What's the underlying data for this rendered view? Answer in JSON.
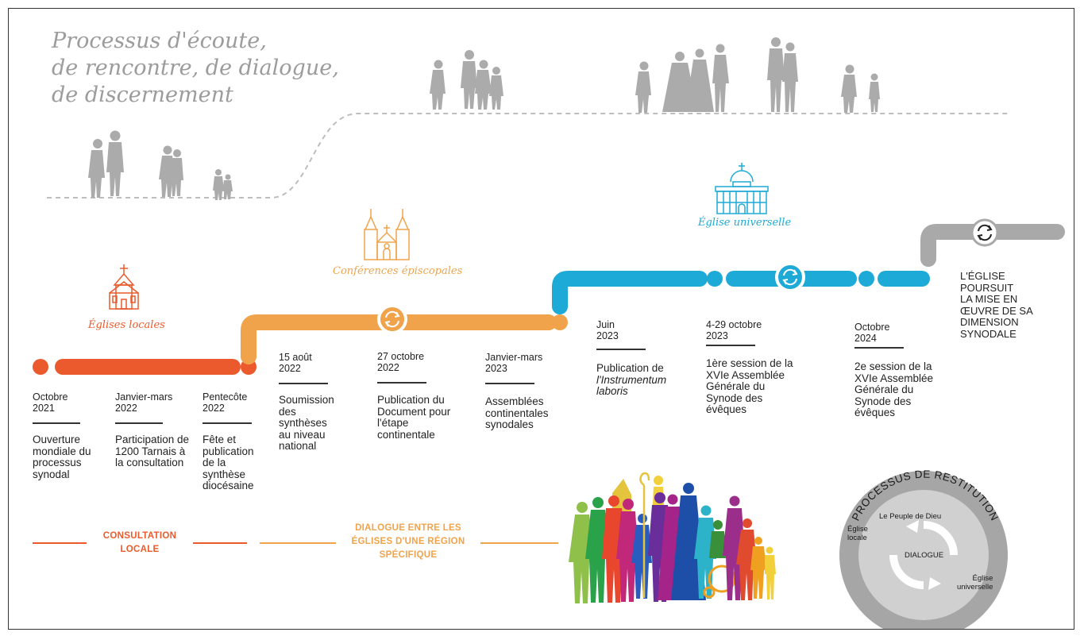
{
  "title": {
    "line1": "Processus d'écoute,",
    "line2": "de rencontre, de dialogue,",
    "line3": "de discernement"
  },
  "levels": {
    "local": "Églises locales",
    "episcopal": "Conférences épiscopales",
    "universal": "Église universelle"
  },
  "milestones": [
    {
      "date1": "Octobre",
      "date2": "2021",
      "desc": "Ouverture mondiale du processus synodal"
    },
    {
      "date1": "Janvier-mars",
      "date2": "2022",
      "desc": "Participation de 1200 Tarnais à la consultation"
    },
    {
      "date1": "Pentecôte",
      "date2": "2022",
      "desc": "Fête et publication de la synthèse diocésaine"
    },
    {
      "date1": "15 août",
      "date2": "2022",
      "desc": "Soumission des synthèses au niveau national"
    },
    {
      "date1": "27 octobre",
      "date2": "2022",
      "desc": "Publication du Document pour l'étape continentale"
    },
    {
      "date1": "Janvier-mars",
      "date2": "2023",
      "desc": "Assemblées continentales synodales"
    },
    {
      "date1": "Juin",
      "date2": "2023",
      "desc_prefix": "Publication de",
      "desc_italic": "l'Instrumentum laboris"
    },
    {
      "date1": "4-29 octobre",
      "date2": "2023",
      "desc": "1ère session de la XVIe Assemblée Générale du Synode des évêques"
    },
    {
      "date1": "Octobre",
      "date2": "2024",
      "desc": "2e session de la XVIe Assemblée Générale du Synode des évêques"
    }
  ],
  "final_text": [
    "L'ÉGLISE",
    "POURSUIT",
    "LA MISE EN",
    "ŒUVRE DE SA",
    "DIMENSION",
    "SYNODALE"
  ],
  "phases": {
    "local": [
      "CONSULTATION",
      "LOCALE"
    ],
    "regional": [
      "DIALOGUE ENTRE LES",
      "ÉGLISES D'UNE RÉGION",
      "SPÉCIFIQUE"
    ]
  },
  "restitution": {
    "ring_text": "PROCESSUS DE RESTITUTION",
    "people": "Le Peuple de Dieu",
    "local1": "Église",
    "local2": "locale",
    "center": "DIALOGUE",
    "universal1": "Église",
    "universal2": "universelle"
  },
  "colors": {
    "local": "#ea5a2c",
    "episcopal": "#f0a34a",
    "universal": "#1eaad6",
    "grey": "#a9a9a9"
  },
  "icons": [
    "chapel-icon",
    "cathedral-icon",
    "basilica-icon",
    "cycle-icon",
    "walking-people-silhouettes",
    "colorful-people-crowd"
  ]
}
